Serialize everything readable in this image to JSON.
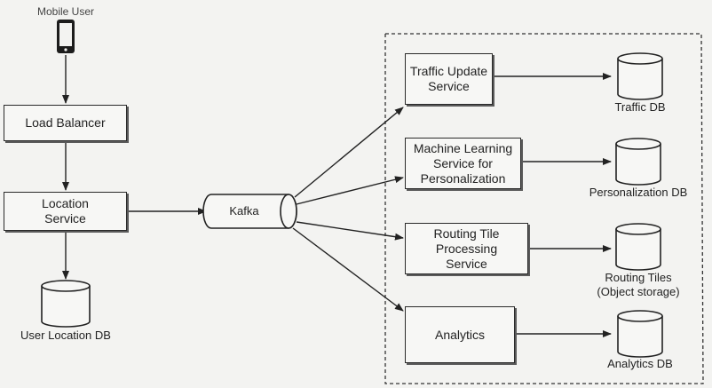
{
  "mobile_user": {
    "label": "Mobile User",
    "icon": "smartphone-icon"
  },
  "load_balancer": {
    "label": "Load Balancer"
  },
  "location_service": {
    "line1": "Location",
    "line2": "Service"
  },
  "user_location_db": {
    "label": "User Location DB"
  },
  "kafka": {
    "label": "Kafka"
  },
  "services": {
    "traffic_update": {
      "line1": "Traffic Update",
      "line2": "Service"
    },
    "ml_personalization": {
      "line1": "Machine Learning",
      "line2": "Service for",
      "line3": "Personalization"
    },
    "routing_tile": {
      "line1": "Routing Tile",
      "line2": "Processing",
      "line3": "Service"
    },
    "analytics": {
      "label": "Analytics"
    }
  },
  "databases": {
    "traffic_db": {
      "label": "Traffic DB"
    },
    "personalization_db": {
      "label": "Personalization DB"
    },
    "routing_tiles": {
      "line1": "Routing Tiles",
      "line2": "(Object storage)"
    },
    "analytics_db": {
      "label": "Analytics DB"
    }
  }
}
